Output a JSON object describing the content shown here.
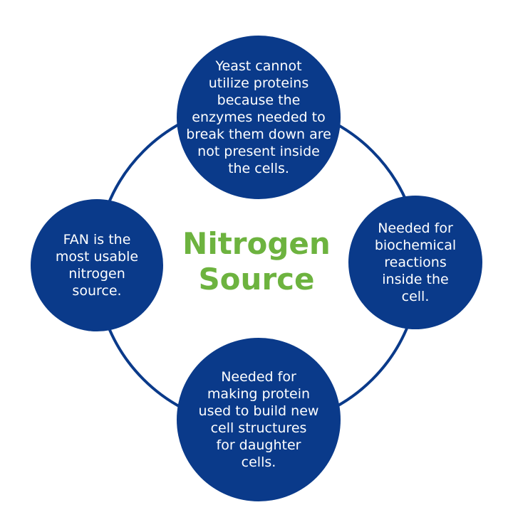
{
  "colors": {
    "circle_fill": "#0a3a8a",
    "ring_stroke": "#0a3a8a",
    "title_color": "#6db33f",
    "text_color": "#ffffff"
  },
  "center": {
    "title": "Nitrogen\nSource"
  },
  "nodes": {
    "top": "Yeast cannot\nutilize proteins\nbecause the\nenzymes needed to\nbreak them down are\nnot present inside\nthe cells.",
    "right": "Needed for\nbiochemical\nreactions\ninside the\ncell.",
    "bottom": "Needed for\nmaking protein\nused to build new\ncell structures\nfor daughter\ncells.",
    "left": "FAN is the\nmost usable\nnitrogen\nsource."
  }
}
